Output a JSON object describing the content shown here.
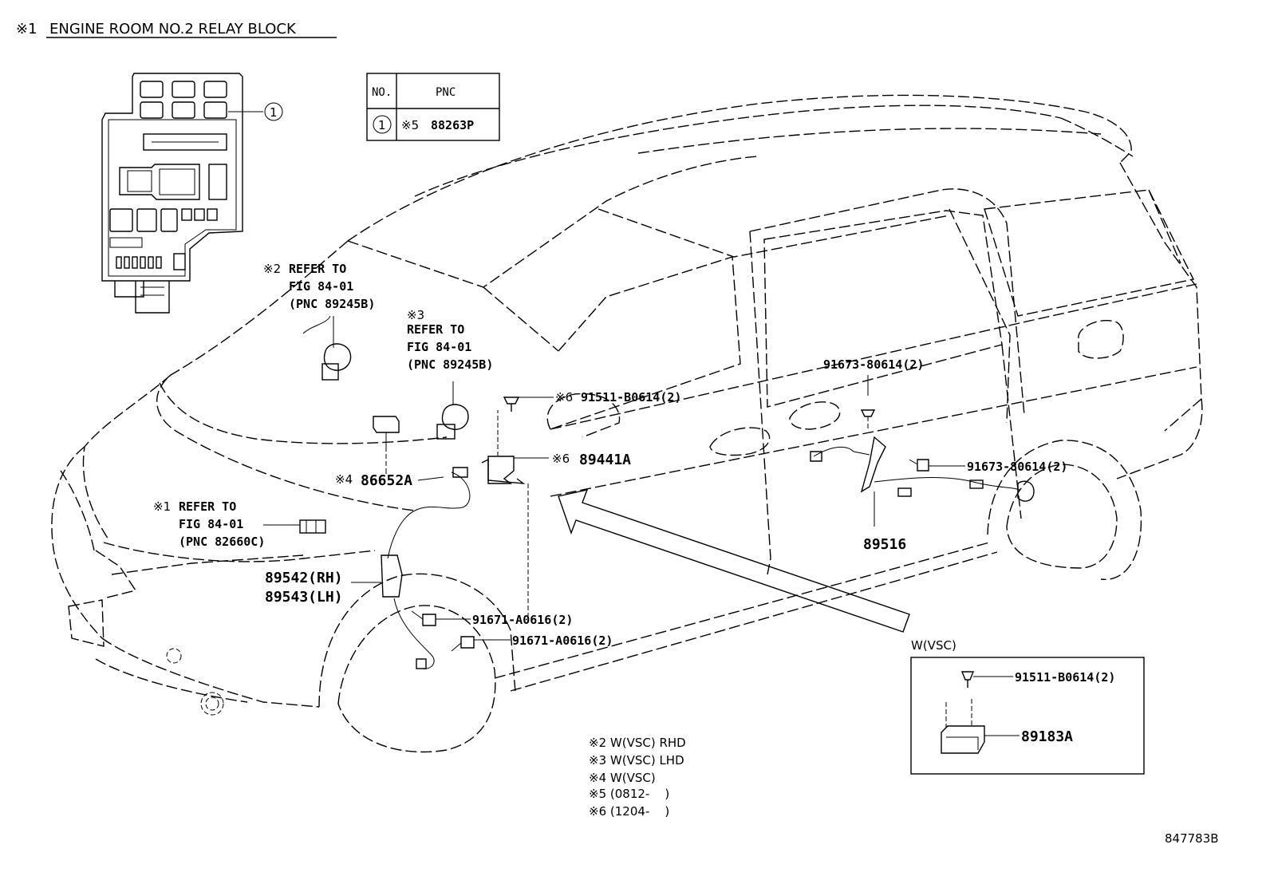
{
  "title": {
    "mark": "※1",
    "text": "ENGINE ROOM  NO.2 RELAY BLOCK"
  },
  "table": {
    "col_no": "NO.",
    "col_pnc": "PNC",
    "row_no": "1",
    "row_mark": "※5",
    "row_pnc": "88263P"
  },
  "callout_1": "1",
  "refs": {
    "r2": {
      "mark": "※2",
      "line1": "REFER TO",
      "line2": "FIG 84-01",
      "line3": "(PNC 89245B)"
    },
    "r3": {
      "mark": "※3",
      "line1": "REFER TO",
      "line2": "FIG 84-01",
      "line3": "(PNC 89245B)"
    },
    "r1": {
      "mark": "※1",
      "line1": "REFER TO",
      "line2": "FIG 84-01",
      "line3": "(PNC 82660C)"
    }
  },
  "parts": {
    "p91511a": {
      "mark": "※6",
      "text": "91511-B0614(2)"
    },
    "p89441a": {
      "mark": "※6",
      "text": "89441A"
    },
    "p86652a": {
      "mark": "※4",
      "text": "86652A"
    },
    "p91673a": "91673-80614(2)",
    "p91673b": "91673-80614(2)",
    "p89516": "89516",
    "p89542": "89542(RH)",
    "p89543": "89543(LH)",
    "p91671a": "91671-A0616(2)",
    "p91671b": "91671-A0616(2)"
  },
  "inset": {
    "label": "W(VSC)",
    "bolt": "91511-B0614(2)",
    "part": "89183A"
  },
  "notes": [
    "※2 W(VSC) RHD",
    "※3 W(VSC) LHD",
    "※4 W(VSC)",
    "※5 (0812-    )",
    "※6 (1204-    )"
  ],
  "figure_id": "847783B"
}
